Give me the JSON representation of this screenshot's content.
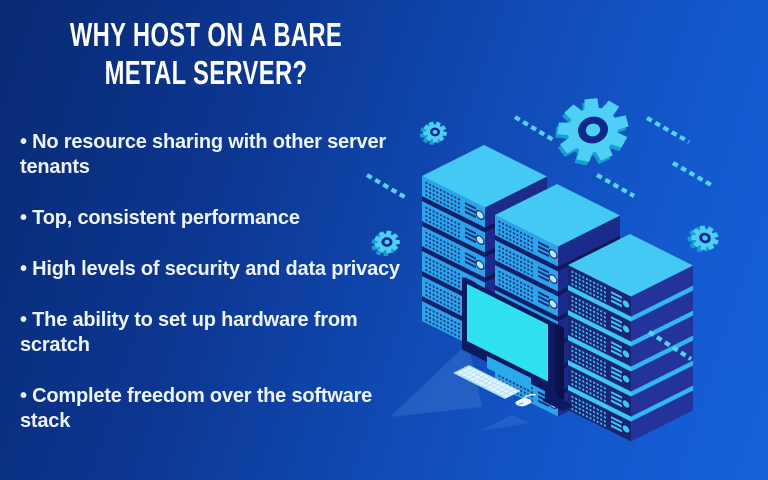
{
  "title": {
    "line1": "WHY HOST ON A BARE",
    "line2": "METAL SERVER?"
  },
  "bullets": [
    "• No resource sharing with other server tenants",
    "• Top, consistent performance",
    "• High levels of security and data privacy",
    "• The ability to set up hardware from scratch",
    "• Complete freedom over the software stack"
  ],
  "illustration": {
    "icons": [
      "server-stack",
      "gear-icon",
      "monitor-icon",
      "keyboard-icon",
      "mouse-icon",
      "dashed-line"
    ]
  },
  "colors": {
    "background_start": "#092a74",
    "background_end": "#1561d8",
    "title_text": "#ffffff",
    "bullet_text": "#eef5ff",
    "accent_cyan": "#3fc7f4",
    "accent_cyan_light": "#56d4f7",
    "server_front_cyan": "#2da4ea",
    "server_top_cyan": "#44c9f5",
    "server_side_navy": "#1b2b8c",
    "server_front_navy": "#1a2674",
    "dark_navy": "#0c1a63",
    "screen_cyan": "#2fe0f0"
  }
}
